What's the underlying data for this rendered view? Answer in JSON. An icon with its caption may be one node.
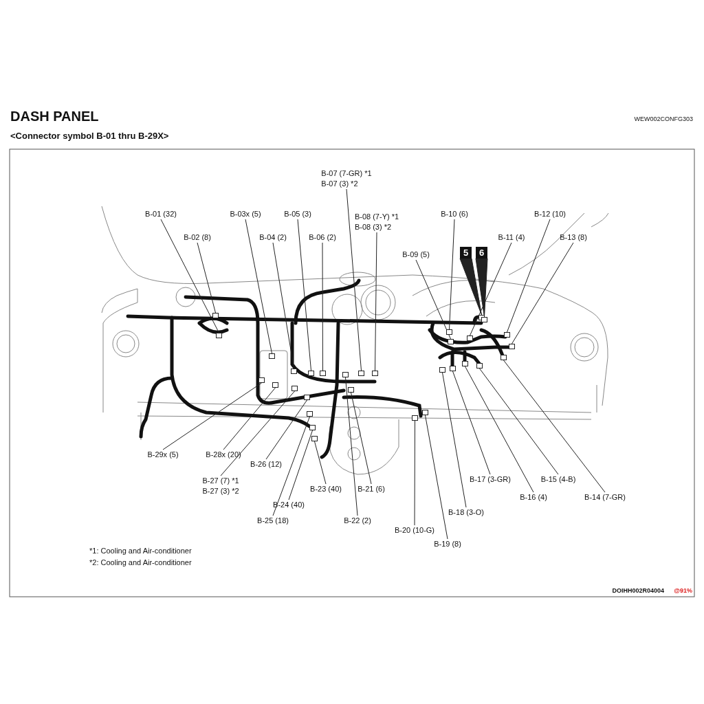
{
  "diagram": {
    "title": "DASH PANEL",
    "nodes": [
      {
        "text": [
          "B-01 (32)"
        ]
      },
      {
        "text": [],
        "shape": "box"
      },
      {
        "text": [
          "B-02 (8)"
        ]
      },
      {
        "text": [],
        "shape": "box"
      },
      {
        "text": [
          "B-03x (5)"
        ]
      },
      {
        "text": [],
        "shape": "box"
      },
      {
        "text": [
          "B-04 (2)"
        ]
      },
      {
        "text": [],
        "shape": "box"
      },
      {
        "text": [
          "B-05 (3)"
        ]
      },
      {
        "text": [],
        "shape": "box"
      },
      {
        "text": [
          "B-06 (2)"
        ]
      },
      {
        "text": [],
        "shape": "box"
      },
      {
        "text": [
          "B-07 (7-GR) *1",
          "B-07 (3) *2"
        ]
      },
      {
        "text": [],
        "shape": "box"
      },
      {
        "text": [
          "B-08 (7-Y) *1",
          "B-08 (3) *2"
        ]
      },
      {
        "text": [],
        "shape": "box"
      },
      {
        "text": [
          "B-09 (5)"
        ]
      },
      {
        "text": [],
        "shape": "box"
      },
      {
        "text": [
          "B-10 (6)"
        ]
      },
      {
        "text": [],
        "shape": "box"
      },
      {
        "text": [
          "B-11 (4)"
        ]
      },
      {
        "text": [],
        "shape": "box"
      },
      {
        "text": [
          "B-12 (10)"
        ]
      },
      {
        "text": [],
        "shape": "box"
      },
      {
        "text": [
          "B-13 (8)"
        ]
      },
      {
        "text": [],
        "shape": "box"
      },
      {
        "text": [
          "5"
        ]
      },
      {
        "text": [],
        "shape": "box"
      },
      {
        "text": [
          "6"
        ]
      },
      {
        "text": [],
        "shape": "box"
      },
      {
        "text": [
          "B-14 (7-GR)"
        ]
      },
      {
        "text": [],
        "shape": "box"
      },
      {
        "text": [
          "B-15 (4-B)"
        ]
      },
      {
        "text": [],
        "shape": "box"
      },
      {
        "text": [
          "B-16 (4)"
        ]
      },
      {
        "text": [],
        "shape": "box"
      },
      {
        "text": [
          "B-17 (3-GR)"
        ]
      },
      {
        "text": [],
        "shape": "box"
      },
      {
        "text": [
          "B-18 (3-O)"
        ]
      },
      {
        "text": [],
        "shape": "box"
      },
      {
        "text": [
          "B-19 (8)"
        ]
      },
      {
        "text": [],
        "shape": "box"
      },
      {
        "text": [
          "B-20 (10-G)"
        ]
      },
      {
        "text": [],
        "shape": "box"
      },
      {
        "text": [
          "B-21 (6)"
        ]
      },
      {
        "text": [],
        "shape": "box"
      },
      {
        "text": [
          "B-22 (2)"
        ]
      },
      {
        "text": [],
        "shape": "box"
      },
      {
        "text": [
          "B-23 (40)"
        ]
      },
      {
        "text": [],
        "shape": "box"
      },
      {
        "text": [
          "B-24 (40)"
        ]
      },
      {
        "text": [],
        "shape": "box"
      },
      {
        "text": [
          "B-25 (18)"
        ]
      },
      {
        "text": [],
        "shape": "box"
      },
      {
        "text": [
          "B-26 (12)"
        ]
      },
      {
        "text": [],
        "shape": "box"
      },
      {
        "text": [
          "B-27 (7) *1",
          "B-27 (3) *2"
        ]
      },
      {
        "text": [],
        "shape": "box"
      },
      {
        "text": [
          "B-28x (20)"
        ]
      },
      {
        "text": [],
        "shape": "box"
      },
      {
        "text": [
          "B-29x (5)"
        ]
      },
      {
        "text": [],
        "shape": "box"
      }
    ],
    "edges": [
      {
        "from": 0,
        "to": 1,
        "arrow": "none"
      },
      {
        "from": 2,
        "to": 3,
        "arrow": "none"
      },
      {
        "from": 4,
        "to": 5,
        "arrow": "none"
      },
      {
        "from": 6,
        "to": 7,
        "arrow": "none"
      },
      {
        "from": 8,
        "to": 9,
        "arrow": "none"
      },
      {
        "from": 10,
        "to": 11,
        "arrow": "none"
      },
      {
        "from": 12,
        "to": 13,
        "arrow": "none"
      },
      {
        "from": 14,
        "to": 15,
        "arrow": "none"
      },
      {
        "from": 16,
        "to": 17,
        "arrow": "none"
      },
      {
        "from": 18,
        "to": 19,
        "arrow": "none"
      },
      {
        "from": 20,
        "to": 21,
        "arrow": "none"
      },
      {
        "from": 22,
        "to": 23,
        "arrow": "none"
      },
      {
        "from": 24,
        "to": 25,
        "arrow": "none"
      },
      {
        "from": 26,
        "to": 27,
        "arrow": "none",
        "style": "thick"
      },
      {
        "from": 28,
        "to": 29,
        "arrow": "none",
        "style": "thick"
      },
      {
        "from": 30,
        "to": 31,
        "arrow": "none"
      },
      {
        "from": 32,
        "to": 33,
        "arrow": "none"
      },
      {
        "from": 34,
        "to": 35,
        "arrow": "none"
      },
      {
        "from": 36,
        "to": 37,
        "arrow": "none"
      },
      {
        "from": 38,
        "to": 39,
        "arrow": "none"
      },
      {
        "from": 40,
        "to": 41,
        "arrow": "none"
      },
      {
        "from": 42,
        "to": 43,
        "arrow": "none"
      },
      {
        "from": 44,
        "to": 45,
        "arrow": "none"
      },
      {
        "from": 46,
        "to": 47,
        "arrow": "none"
      },
      {
        "from": 48,
        "to": 49,
        "arrow": "none"
      },
      {
        "from": 50,
        "to": 51,
        "arrow": "none"
      },
      {
        "from": 52,
        "to": 53,
        "arrow": "none"
      },
      {
        "from": 54,
        "to": 55,
        "arrow": "none"
      },
      {
        "from": 56,
        "to": 57,
        "arrow": "none"
      },
      {
        "from": 58,
        "to": 59,
        "arrow": "none"
      },
      {
        "from": 60,
        "to": 61,
        "arrow": "none"
      }
    ],
    "labels": [
      "<Connector symbol B-01 thru B-29X>",
      "WEW002CONFG303",
      "*1: Cooling and Air-conditioner",
      "*2: Cooling and Air-conditioner",
      "DOIHH002R04004",
      "@91%"
    ]
  }
}
